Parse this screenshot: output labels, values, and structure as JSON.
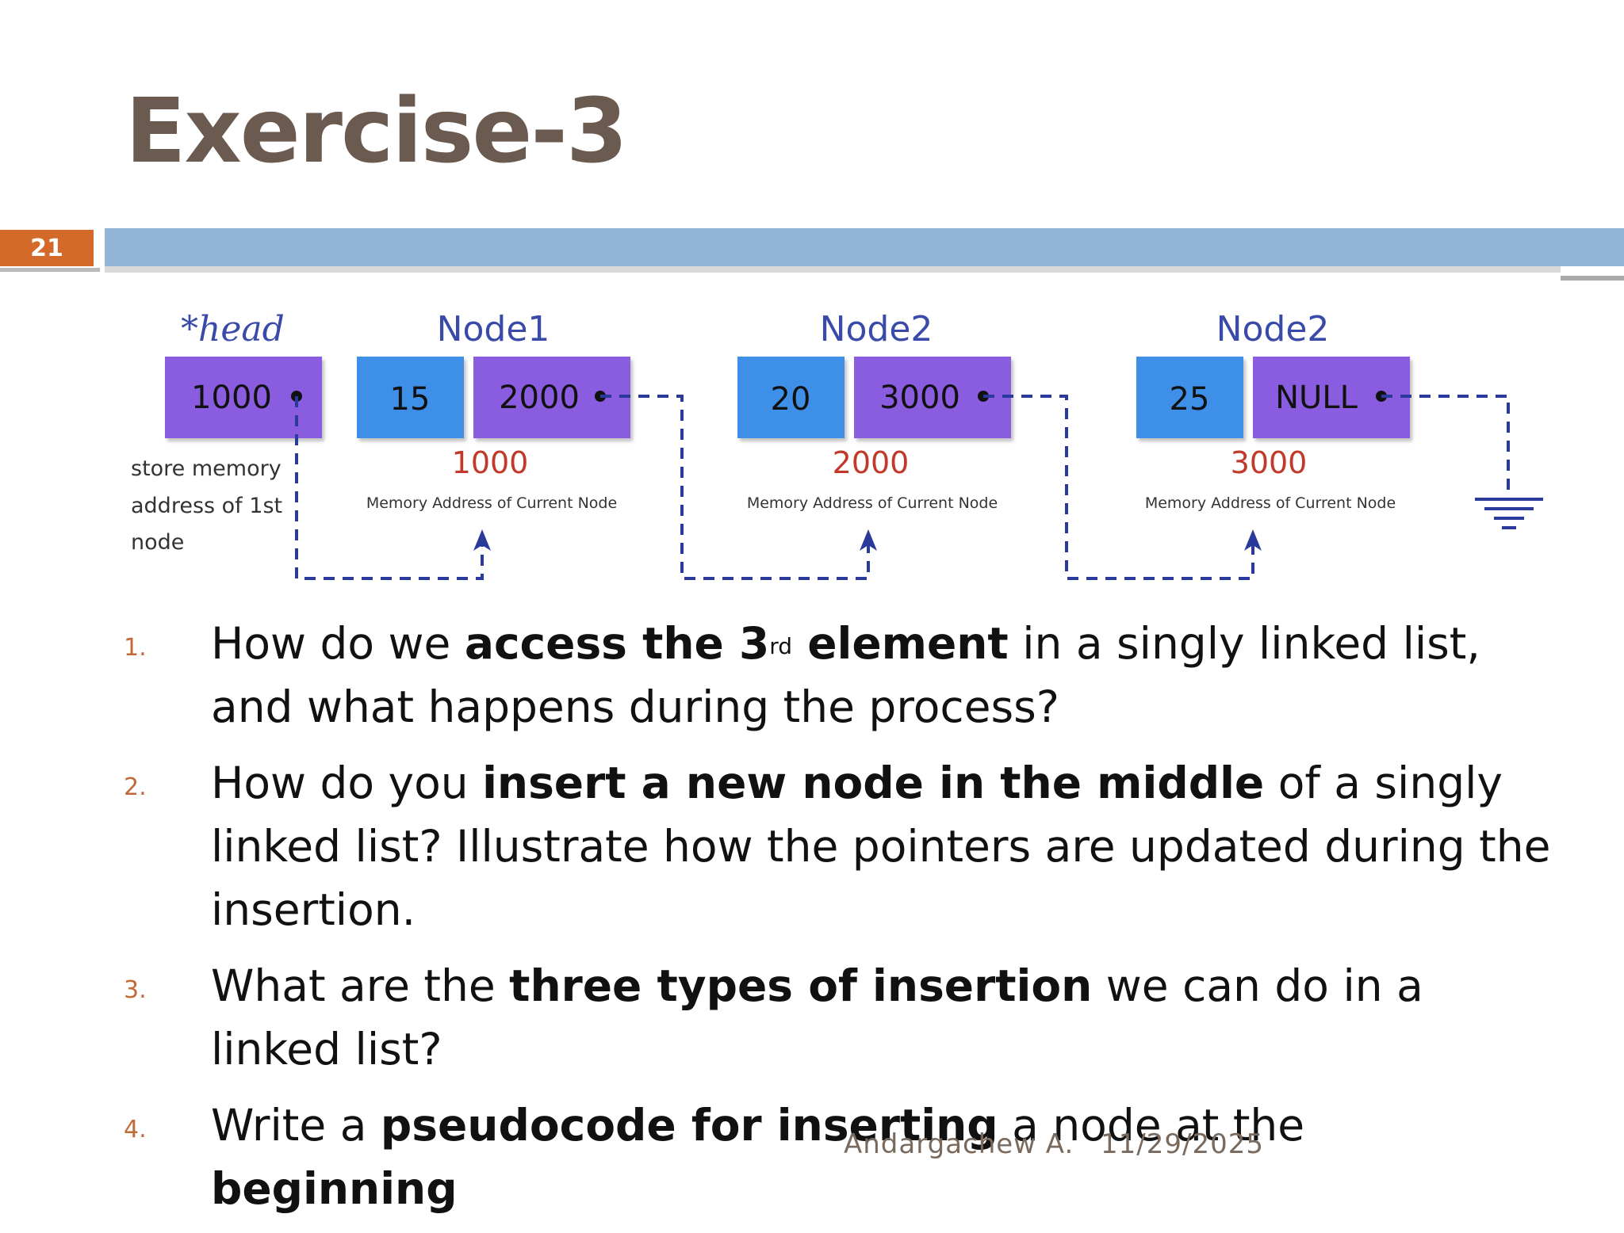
{
  "slide": {
    "title": "Exercise-3",
    "number": "21"
  },
  "diagram": {
    "head": {
      "label": "*head",
      "value": "1000"
    },
    "head_note": [
      "store memory",
      "address of 1st",
      "node"
    ],
    "nodes": [
      {
        "title": "Node1",
        "data": "15",
        "next": "2000",
        "address": "1000",
        "caption": "Memory Address of Current Node"
      },
      {
        "title": "Node2",
        "data": "20",
        "next": "3000",
        "address": "2000",
        "caption": "Memory Address of Current Node"
      },
      {
        "title": "Node2",
        "data": "25",
        "next": "NULL",
        "address": "3000",
        "caption": "Memory Address of Current Node"
      }
    ],
    "colors": {
      "data_box": "#3d8fe8",
      "pointer_box": "#8a5ce0",
      "title": "#3a4aa8",
      "address": "#c0392b",
      "arrow": "#2a3a9a"
    }
  },
  "questions": [
    {
      "num": "1.",
      "parts": [
        "How do we ",
        "access the 3",
        "rd",
        " element",
        " in a singly linked list, and what happens during the process?"
      ]
    },
    {
      "num": "2.",
      "parts": [
        "How do you ",
        "insert a new node in the middle",
        " of a singly linked list? Illustrate how the pointers are updated during the insertion."
      ]
    },
    {
      "num": "3.",
      "parts": [
        "What are the ",
        "three types of insertion",
        " we can do in a linked list?"
      ]
    },
    {
      "num": "4.",
      "parts": [
        "Write a ",
        "pseudocode for inserting",
        " a node at the ",
        "beginning"
      ]
    }
  ],
  "footer": {
    "author": "Andargachew A.",
    "date": "11/29/2025"
  }
}
